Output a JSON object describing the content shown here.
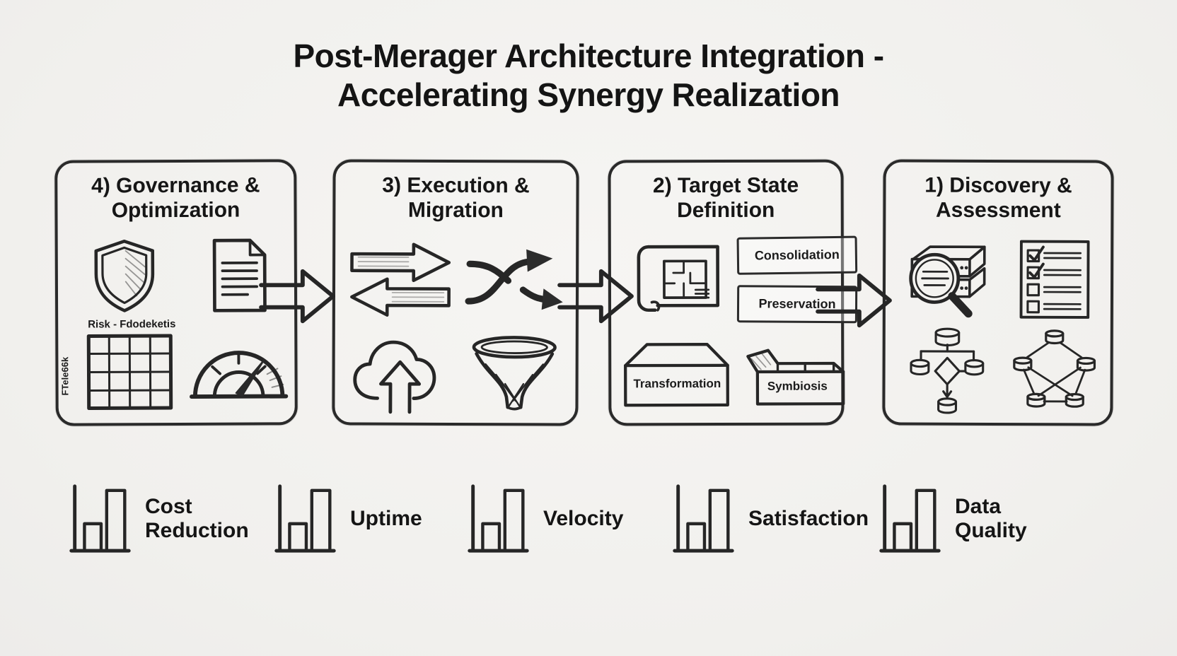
{
  "title": {
    "line1": "Post-Merager Architecture Integration -",
    "line2": "Accelerating Synergy Realization"
  },
  "colors": {
    "background": "#f3f2ef",
    "ink": "#262626"
  },
  "stages": [
    {
      "key": "governance-optimization",
      "line1": "4) Governance &",
      "line2": "Optimization",
      "icons": [
        "shield-icon",
        "document-icon",
        "risk-matrix-icon",
        "gauge-icon"
      ],
      "matrix_title": "Risk - Fdodeketis",
      "matrix_side": "FTele66k"
    },
    {
      "key": "execution-migration",
      "line1": "3) Execution &",
      "line2": "Migration",
      "icons": [
        "sync-arrows-icon",
        "shuffle-arrows-icon",
        "cloud-upload-icon",
        "funnel-icon"
      ]
    },
    {
      "key": "target-state-definition",
      "line1": "2) Target State",
      "line2": "Definition",
      "icons": [
        "blueprint-icon",
        "strategy-labels",
        "transformation-box-icon",
        "symbiosis-box-icon"
      ],
      "strategies": [
        "Consolidation",
        "Preservation",
        "Transformation",
        "Symbiosis"
      ]
    },
    {
      "key": "discovery-assessment",
      "line1": "1) Discovery &",
      "line2": "Assessment",
      "icons": [
        "server-magnifier-icon",
        "checklist-icon",
        "data-flowchart-icon",
        "network-graph-icon"
      ]
    }
  ],
  "metrics": [
    {
      "label": "Cost Reduction"
    },
    {
      "label": "Uptime"
    },
    {
      "label": "Velocity"
    },
    {
      "label": "Satisfaction"
    },
    {
      "label": "Data Quality"
    }
  ]
}
